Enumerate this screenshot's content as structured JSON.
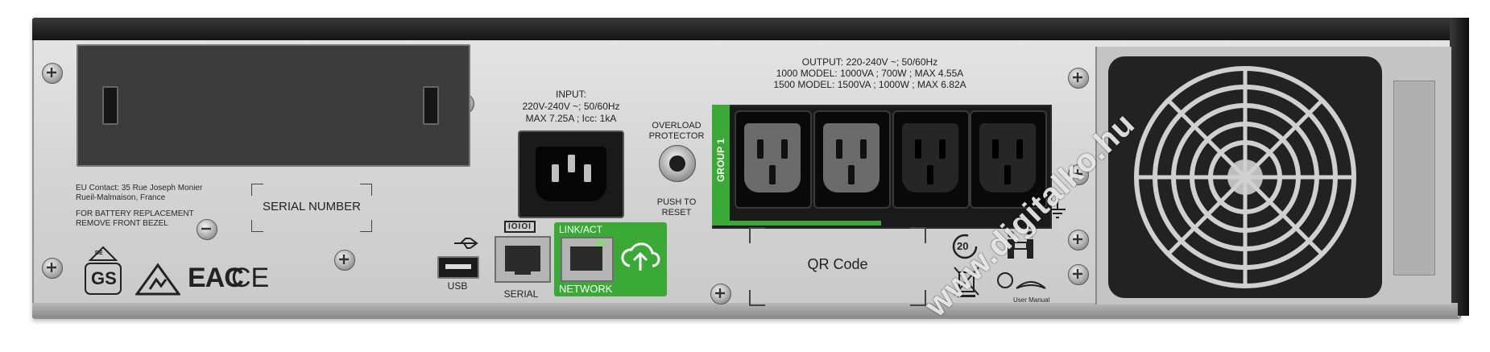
{
  "contact": {
    "line1": "EU Contact: 35 Rue Joseph Monier",
    "line2": "Rueil-Malmaison, France",
    "line3": "FOR BATTERY REPLACEMENT",
    "line4": "REMOVE FRONT BEZEL"
  },
  "serial_number": "SERIAL NUMBER",
  "input": {
    "title": "INPUT:",
    "line1": "220V-240V ~; 50/60Hz",
    "line2": "MAX 7.25A ; Icc: 1kA"
  },
  "overload": {
    "top1": "OVERLOAD",
    "top2": "PROTECTOR",
    "bottom1": "PUSH TO",
    "bottom2": "RESET"
  },
  "output": {
    "line1": "OUTPUT: 220-240V ~; 50/60Hz",
    "line2": "1000 MODEL: 1000VA ;   700W ; MAX 4.55A",
    "line3": "1500 MODEL: 1500VA ; 1000W ; MAX 6.82A"
  },
  "group_label": "GROUP 1",
  "qr_label": "QR Code",
  "ports": {
    "usb": "USB",
    "serial": "SERIAL",
    "serial_symbol": "IOIOI",
    "link_act": "LINK/ACT",
    "network": "NETWORK"
  },
  "certs": {
    "gs": "GS",
    "de": "DE",
    "eac": "EAC",
    "ce": "CE"
  },
  "symbols": {
    "twenty": "20",
    "user_manual": "User Manual"
  },
  "watermark": "www.digitalko.hu",
  "colors": {
    "accent_green": "#3aa935",
    "chassis": "#d6d6d6",
    "dark": "#1a1a1a"
  }
}
